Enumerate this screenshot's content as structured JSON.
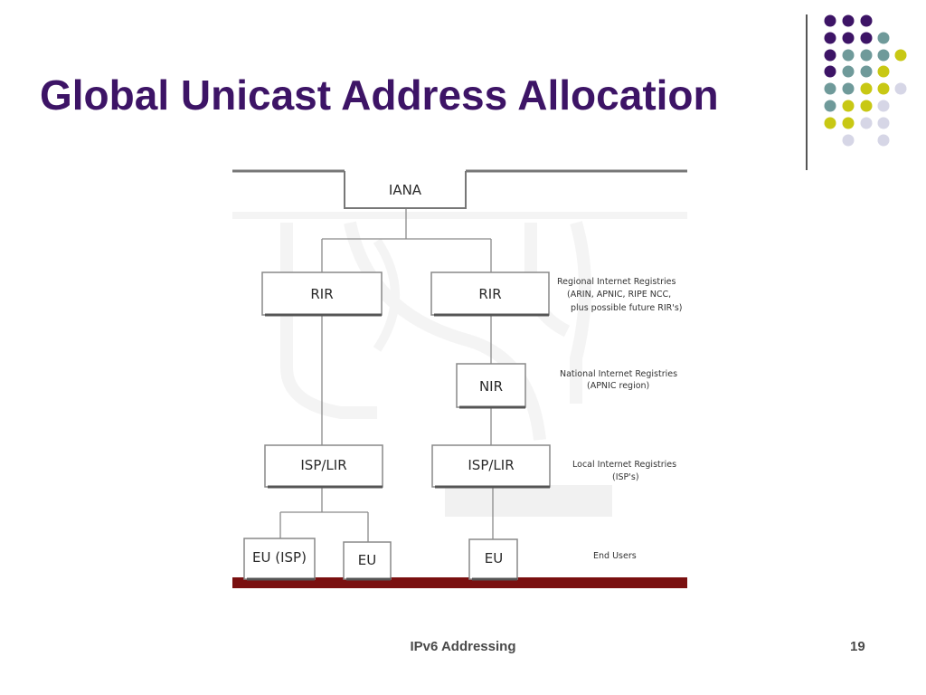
{
  "slide": {
    "title": "Global Unicast Address Allocation",
    "footer": "IPv6 Addressing",
    "page_number": "19"
  },
  "colors": {
    "title": "#3d1466",
    "dot_purple": "#3d1466",
    "dot_teal": "#6f9a9a",
    "dot_yellow": "#c8c814",
    "dot_lavender": "#d6d6e6",
    "bottom_bar": "#7a1010"
  },
  "diagram": {
    "nodes": {
      "iana": "IANA",
      "rir_left": "RIR",
      "rir_right": "RIR",
      "nir": "NIR",
      "isp_left": "ISP/LIR",
      "isp_right": "ISP/LIR",
      "eu_isp": "EU (ISP)",
      "eu_middle": "EU",
      "eu_right": "EU"
    },
    "notes": {
      "rir_line1": "Regional Internet Registries",
      "rir_line2": "(ARIN, APNIC, RIPE NCC,",
      "rir_line3": "plus possible future RIR's)",
      "nir_line1": "National Internet Registries",
      "nir_line2": "(APNIC region)",
      "lir_line1": "Local Internet Registries",
      "lir_line2": "(ISP's)",
      "eu_line1": "End Users"
    }
  }
}
